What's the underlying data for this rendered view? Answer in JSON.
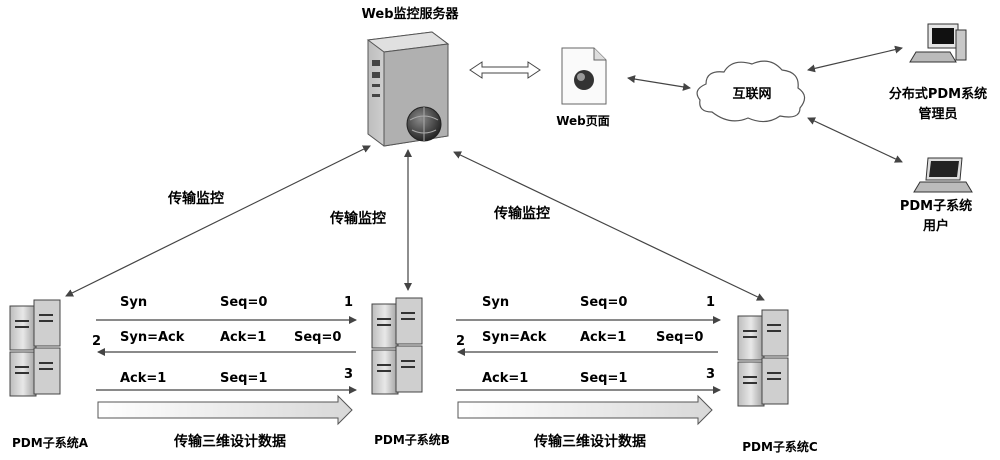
{
  "server": {
    "title": "Web监控服务器"
  },
  "webpage": {
    "label": "Web页面"
  },
  "internet": {
    "label": "互联网"
  },
  "admin": {
    "line1": "分布式PDM系统",
    "line2": "管理员"
  },
  "user": {
    "line1": "PDM子系统",
    "line2": "用户"
  },
  "monitor": {
    "left": "传输监控",
    "center": "传输监控",
    "right": "传输监控"
  },
  "subsystems": {
    "a": "PDM子系统A",
    "b": "PDM子系统B",
    "c": "PDM子系统C"
  },
  "handshake": {
    "syn": "Syn",
    "seq0": "Seq=0",
    "n1": "1",
    "n2": "2",
    "synack": "Syn=Ack",
    "ack1": "Ack=1",
    "ack1b": "Ack=1",
    "seq1": "Seq=1",
    "n3": "3"
  },
  "transfer": {
    "label": "传输三维设计数据"
  },
  "colors": {
    "server_body": "#d6d6d6",
    "server_dark": "#3a3a3a",
    "arrow_fill": "#f0f0f0"
  }
}
